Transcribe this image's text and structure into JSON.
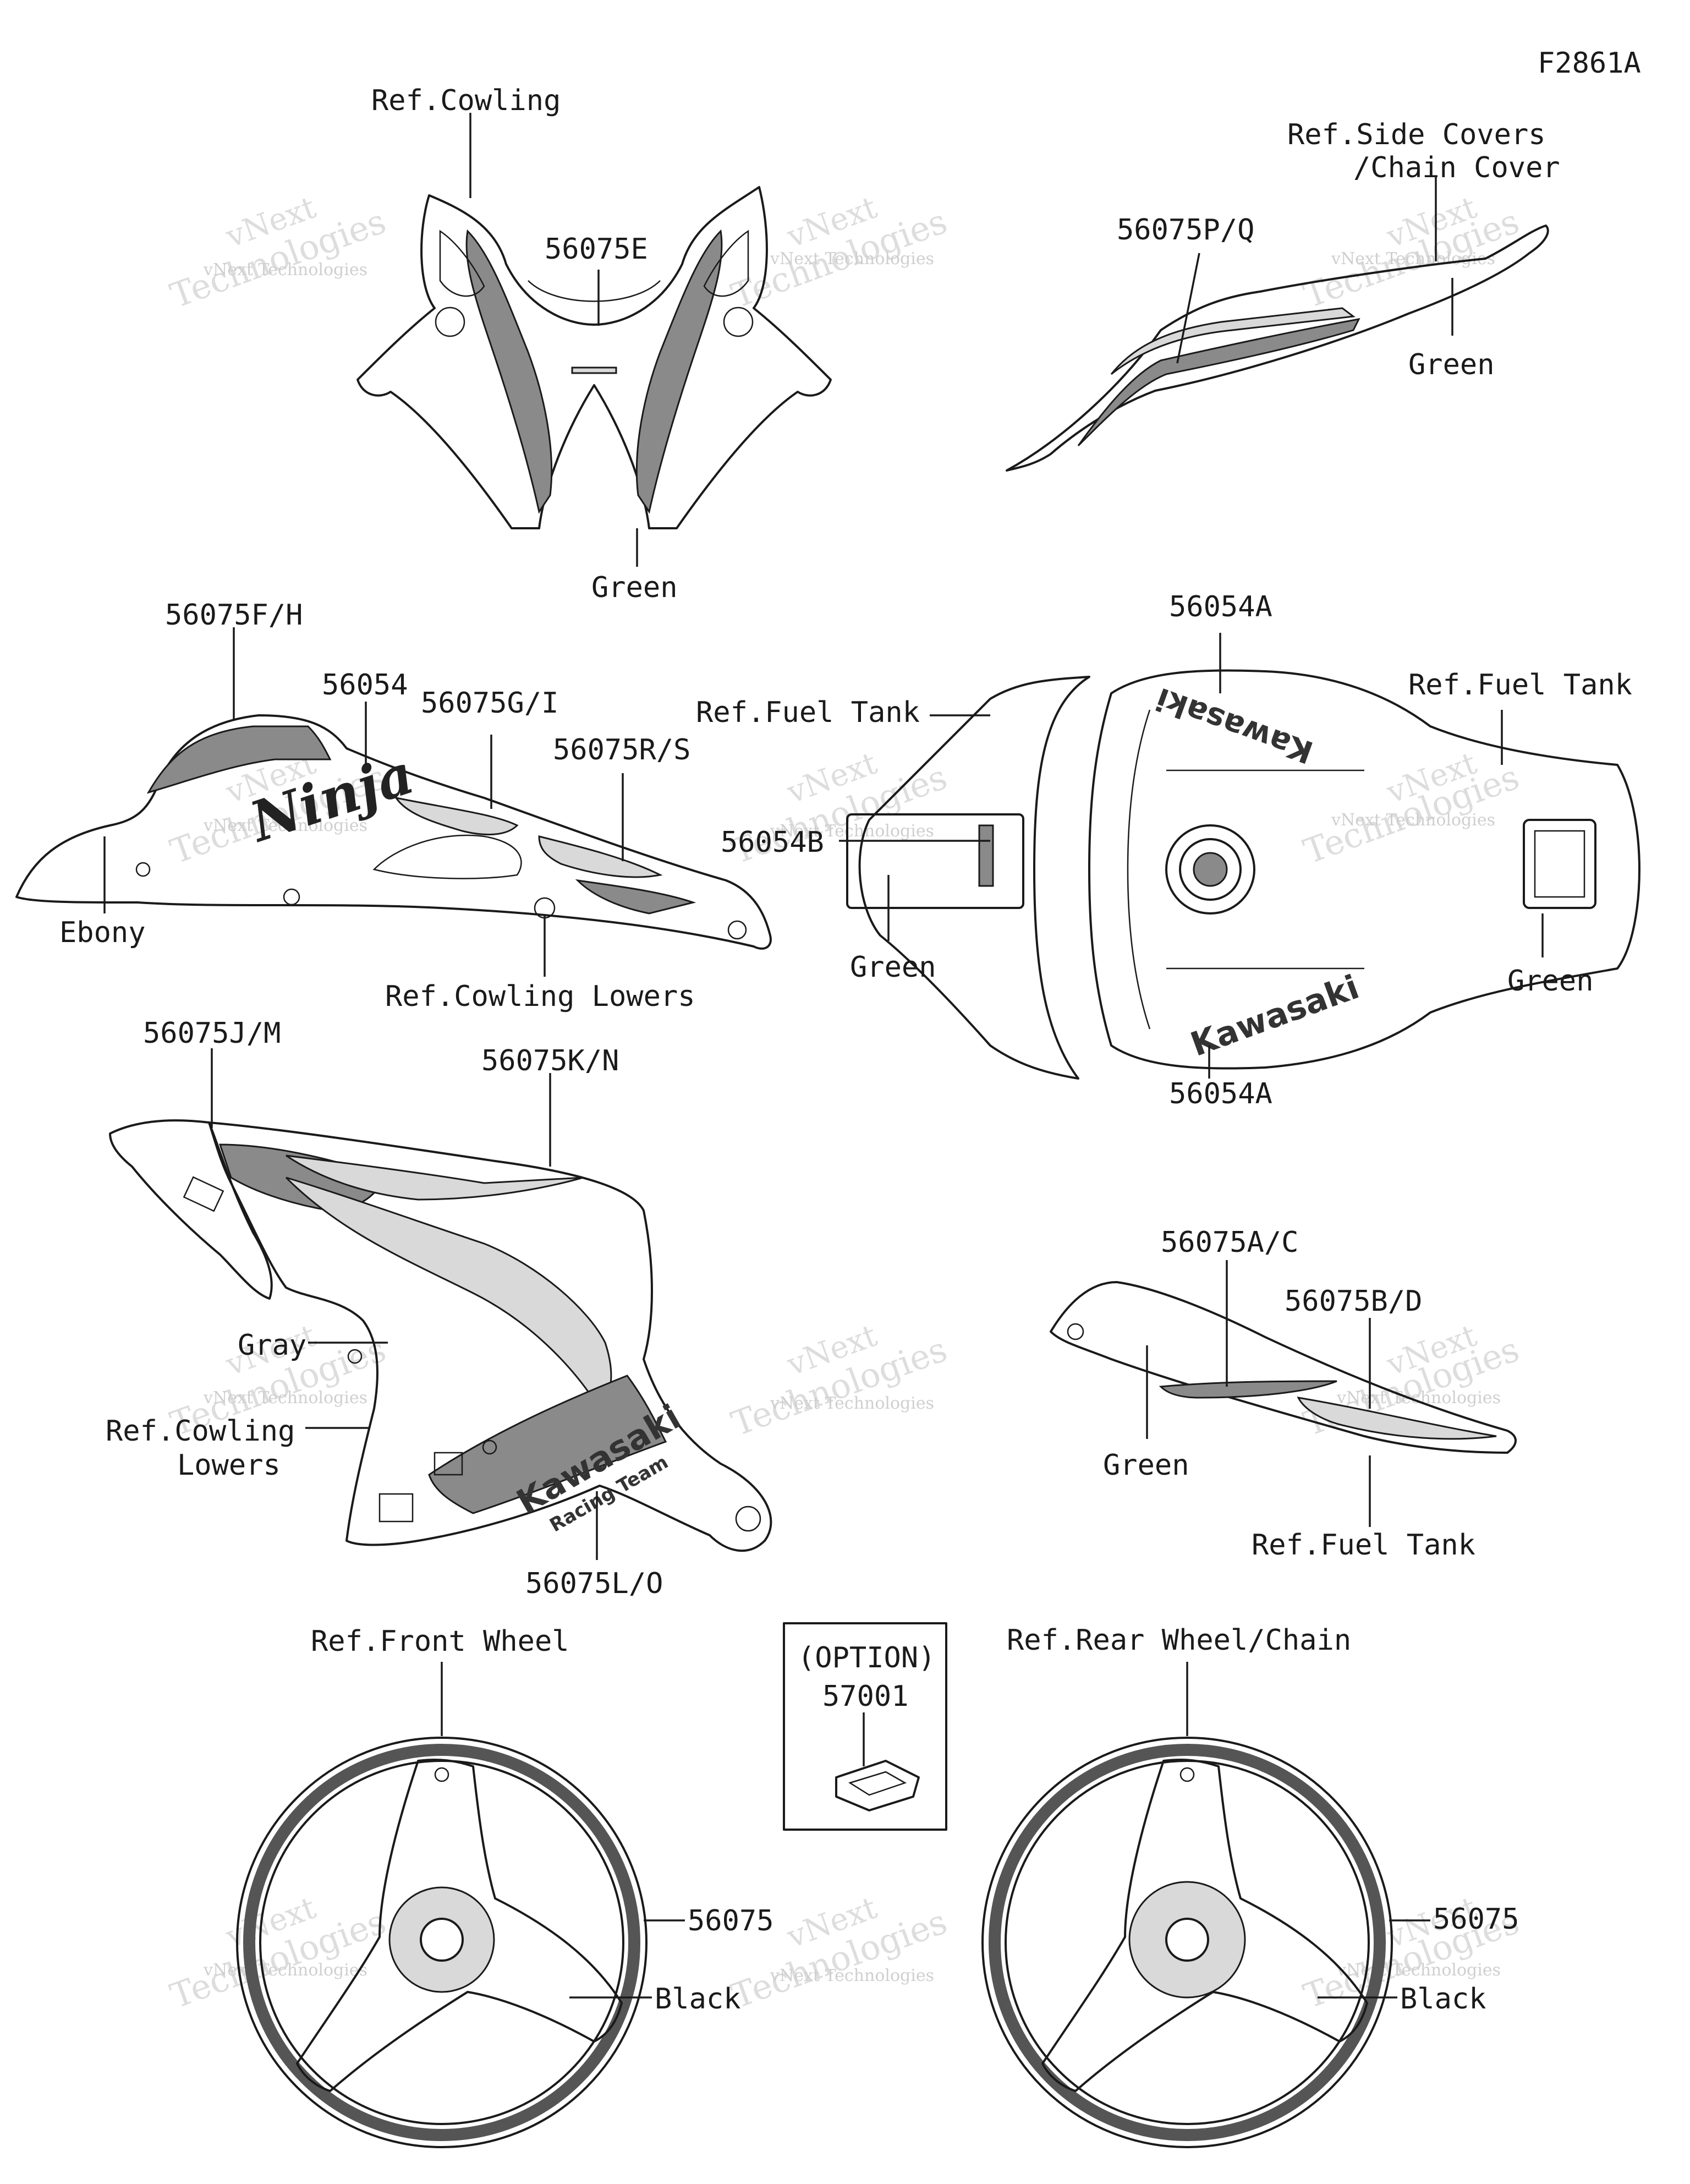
{
  "figure_code": "F2861A",
  "labels": {
    "ref_cowling": "Ref.Cowling",
    "upper_cowl_decal": "56075E",
    "upper_cowl_color": "Green",
    "ref_side_covers_line1": "Ref.Side Covers",
    "ref_side_covers_line2": "/Chain Cover",
    "tail_decal": "56075P/Q",
    "tail_color": "Green",
    "side_cowl_decal_1": "56075F/H",
    "side_cowl_decal_2": "56054",
    "side_cowl_decal_3": "56075G/I",
    "side_cowl_decal_4": "56075R/S",
    "side_cowl_color": "Ebony",
    "ref_cowling_lowers": "Ref.Cowling Lowers",
    "fuel_tank_top_decal": "56054A",
    "ref_fuel_tank_left": "Ref.Fuel Tank",
    "ref_fuel_tank_right": "Ref.Fuel Tank",
    "fuel_tank_cover_decal": "56054B",
    "fuel_tank_left_color": "Green",
    "fuel_tank_right_color": "Green",
    "fuel_tank_bottom_decal": "56054A",
    "lower_cowl_decal_1": "56075J/M",
    "lower_cowl_decal_2": "56075K/N",
    "lower_cowl_color": "Gray",
    "ref_cowling_lowers_2_line1": "Ref.Cowling",
    "ref_cowling_lowers_2_line2": "Lowers",
    "lower_cowl_decal_3": "56075L/O",
    "tank_side_decal_1": "56075A/C",
    "tank_side_decal_2": "56075B/D",
    "tank_side_color": "Green",
    "ref_fuel_tank_3": "Ref.Fuel Tank",
    "ref_front_wheel": "Ref.Front Wheel",
    "option_label": "(OPTION)",
    "option_part": "57001",
    "ref_rear_wheel": "Ref.Rear Wheel/Chain",
    "front_wheel_decal": "56075",
    "front_wheel_color": "Black",
    "rear_wheel_decal": "56075",
    "rear_wheel_color": "Black"
  },
  "artwork_text": {
    "ninja_script": "Ninja",
    "kawasaki_tank_top": "Kawasaki",
    "kawasaki_tank_bottom": "Kawasaki",
    "kawasaki_lower_cowl": "Kawasaki",
    "racing_team": "Racing Team"
  },
  "watermark": {
    "brand": "vNext",
    "line": "Technologies",
    "small": "vNext Technologies"
  }
}
